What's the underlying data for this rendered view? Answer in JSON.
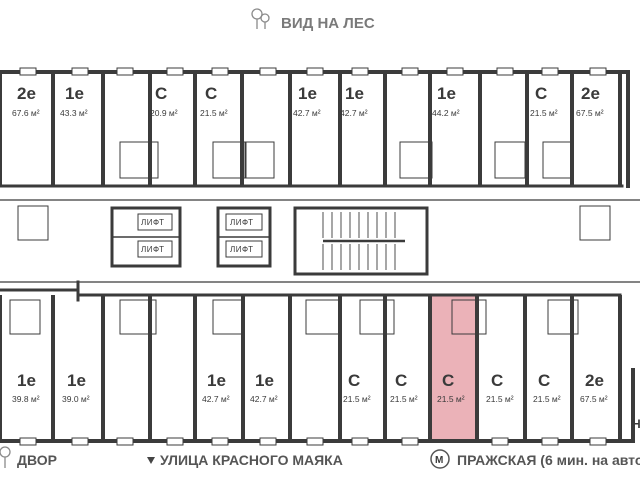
{
  "header": {
    "view_label": "ВИД НА ЛЕС"
  },
  "footer": {
    "yard_label": "ДВОР",
    "street_label": "УЛИЦА КРАСНОГО МАЯКА",
    "metro_label": "ПРАЖСКАЯ (6 мин. на авто",
    "metro_letter": "M",
    "corner_letter": "Н"
  },
  "elevator_label": "ЛИФТ",
  "colors": {
    "highlight": "#e8a4ab",
    "wall": "#3b3b3b",
    "text": "#3a3a3a"
  },
  "apartments_top": [
    {
      "type": "2е",
      "area": "67.6 м²"
    },
    {
      "type": "1е",
      "area": "43.3 м²"
    },
    {
      "type": "С",
      "area": "20.9 м²"
    },
    {
      "type": "С",
      "area": "21.5 м²"
    },
    {
      "type": "1е",
      "area": "42.7 м²"
    },
    {
      "type": "1е",
      "area": "42.7 м²"
    },
    {
      "type": "1е",
      "area": "44.2 м²"
    },
    {
      "type": "С",
      "area": "21.5 м²"
    },
    {
      "type": "2е",
      "area": "67.5 м²"
    }
  ],
  "apartments_bottom": [
    {
      "type": "1е",
      "area": "39.8 м²"
    },
    {
      "type": "1е",
      "area": "39.0 м²"
    },
    {
      "type": "1е",
      "area": "42.7 м²"
    },
    {
      "type": "1е",
      "area": "42.7 м²"
    },
    {
      "type": "С",
      "area": "21.5 м²"
    },
    {
      "type": "С",
      "area": "21.5 м²"
    },
    {
      "type": "С",
      "area": "21.5 м²",
      "selected": true
    },
    {
      "type": "С",
      "area": "21.5 м²"
    },
    {
      "type": "С",
      "area": "21.5 м²"
    },
    {
      "type": "2е",
      "area": "67.5 м²"
    }
  ]
}
